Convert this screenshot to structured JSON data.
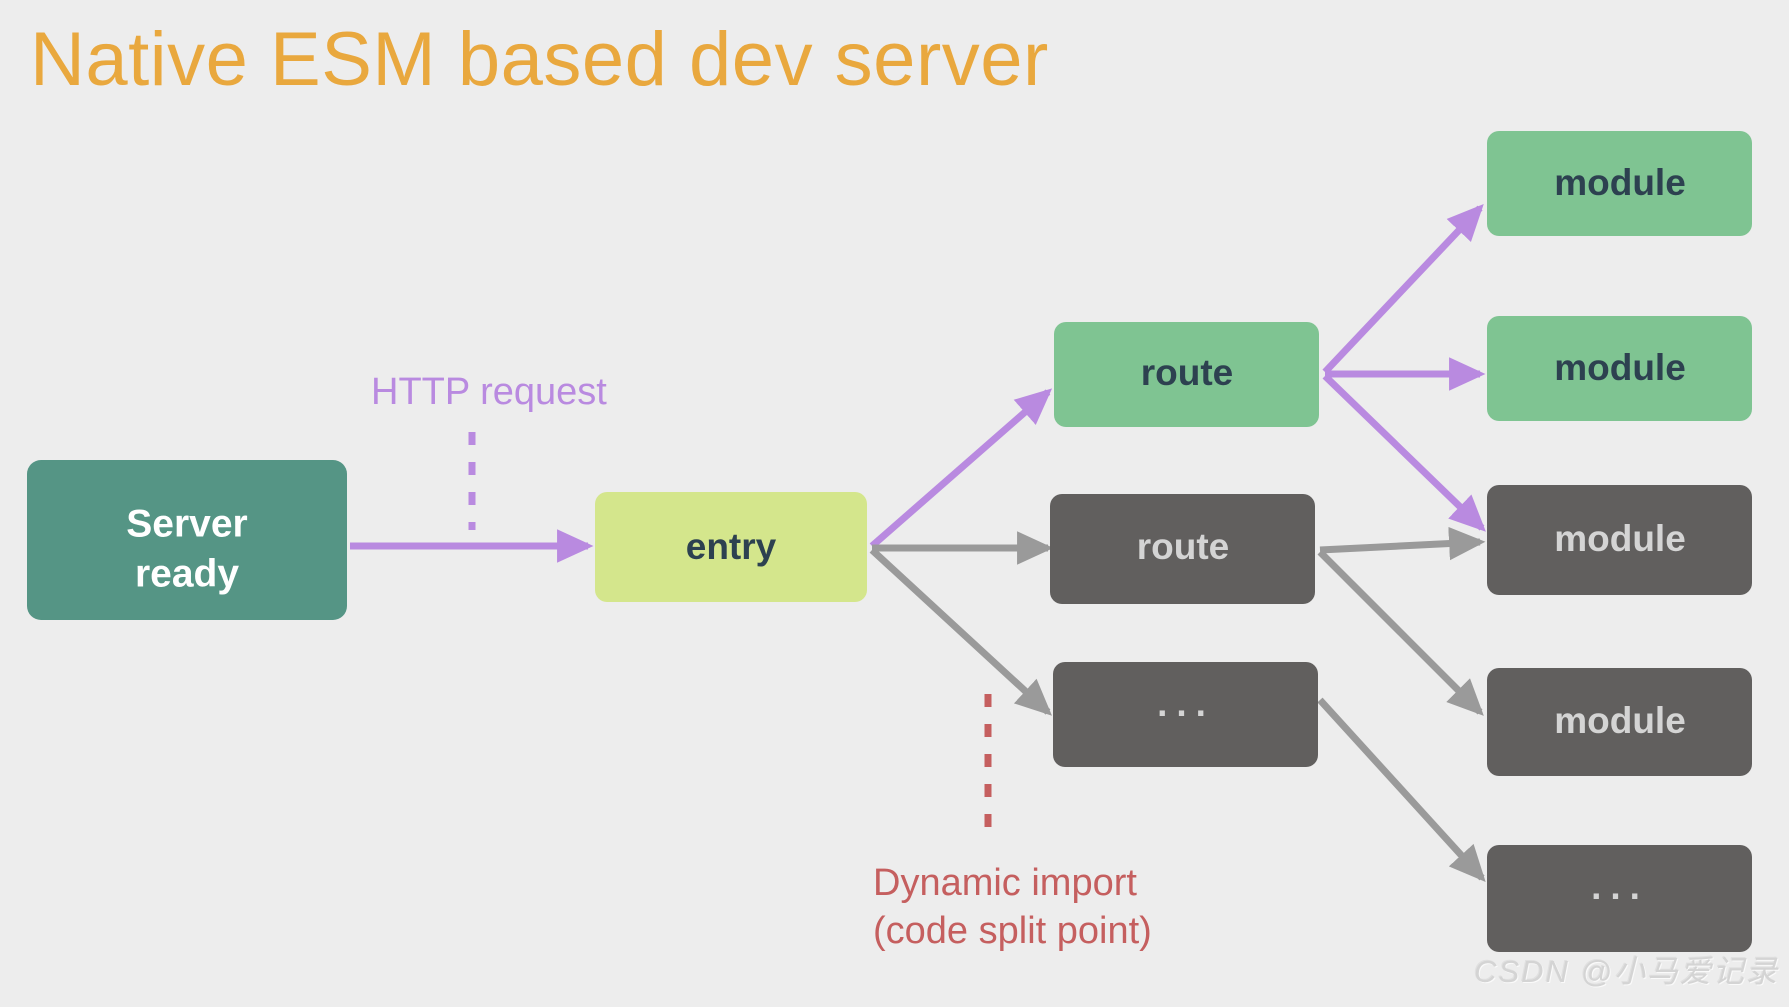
{
  "title": "Native ESM based dev server",
  "watermark": "CSDN @小马爱记录",
  "colors": {
    "background": "#ededed",
    "title": "#e9a83e",
    "server_box": "#559585",
    "entry_box": "#d4e68c",
    "active_node": "#7fc492",
    "inactive_node": "#615f5e",
    "active_arrow": "#b98ae0",
    "inactive_arrow": "#9a9a9a",
    "dark_text": "#2d4150",
    "light_text": "#d4d4d4",
    "white_text": "#ffffff",
    "dynamic_import": "#c55f5f"
  },
  "nodes": {
    "server": {
      "label_line1": "Server",
      "label_line2": "ready",
      "state": "active"
    },
    "entry": {
      "label": "entry",
      "state": "active"
    },
    "route_top": {
      "label": "route",
      "state": "active"
    },
    "route_mid": {
      "label": "route",
      "state": "inactive"
    },
    "ellipsis_mid": {
      "label": "...",
      "state": "inactive"
    },
    "module_1": {
      "label": "module",
      "state": "active"
    },
    "module_2": {
      "label": "module",
      "state": "active"
    },
    "module_3": {
      "label": "module",
      "state": "inactive"
    },
    "module_4": {
      "label": "module",
      "state": "inactive"
    },
    "ellipsis_right": {
      "label": "...",
      "state": "inactive"
    }
  },
  "annotations": {
    "http_request": "HTTP request",
    "dynamic_import_line1": "Dynamic import",
    "dynamic_import_line2": "(code split point)"
  },
  "edges": [
    {
      "from": "server",
      "to": "entry",
      "state": "active"
    },
    {
      "from": "entry",
      "to": "route_top",
      "state": "active"
    },
    {
      "from": "entry",
      "to": "route_mid",
      "state": "inactive"
    },
    {
      "from": "entry",
      "to": "ellipsis_mid",
      "state": "inactive"
    },
    {
      "from": "route_top",
      "to": "module_1",
      "state": "active"
    },
    {
      "from": "route_top",
      "to": "module_2",
      "state": "active"
    },
    {
      "from": "route_top",
      "to": "module_3",
      "state": "active"
    },
    {
      "from": "route_mid",
      "to": "module_3",
      "state": "inactive"
    },
    {
      "from": "route_mid",
      "to": "module_4",
      "state": "inactive"
    },
    {
      "from": "ellipsis_mid",
      "to": "ellipsis_right",
      "state": "inactive"
    }
  ]
}
